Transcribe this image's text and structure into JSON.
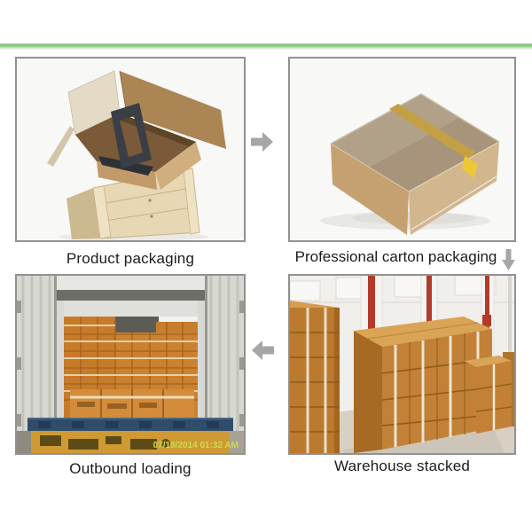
{
  "divider": {
    "dark_green": "#7ec275",
    "light_green": "#cde8c4"
  },
  "palette": {
    "panel_border": "#919191",
    "panel_background": "#f8f8f6",
    "arrow_gray": "#a6a6a6",
    "caption_text": "#1c1c1c",
    "carton_brown": "#c5a171",
    "tape_yellow": "#ecc934",
    "box_orange": "#c67b2b",
    "container_blue": "#2f4d6b",
    "warehouse_column_red": "#b23a2a",
    "timestamp_green": "#c9dd4e"
  },
  "panels": [
    {
      "id": "product-packaging",
      "caption": "Product packaging",
      "alt": "open carton with product on wooden crate"
    },
    {
      "id": "professional-carton-packaging",
      "caption": "Professional carton packaging",
      "alt": "sealed brown carton with yellow tape"
    },
    {
      "id": "outbound-loading",
      "caption": "Outbound loading",
      "alt": "container truck loaded with cartons",
      "timestamp": "07/18/2014 01:32 AM"
    },
    {
      "id": "warehouse-stacked",
      "caption": "Warehouse stacked",
      "alt": "cartons stacked in warehouse"
    }
  ],
  "arrows": [
    {
      "id": "arrow-right",
      "direction": "right"
    },
    {
      "id": "arrow-down",
      "direction": "down"
    },
    {
      "id": "arrow-left",
      "direction": "left"
    }
  ]
}
